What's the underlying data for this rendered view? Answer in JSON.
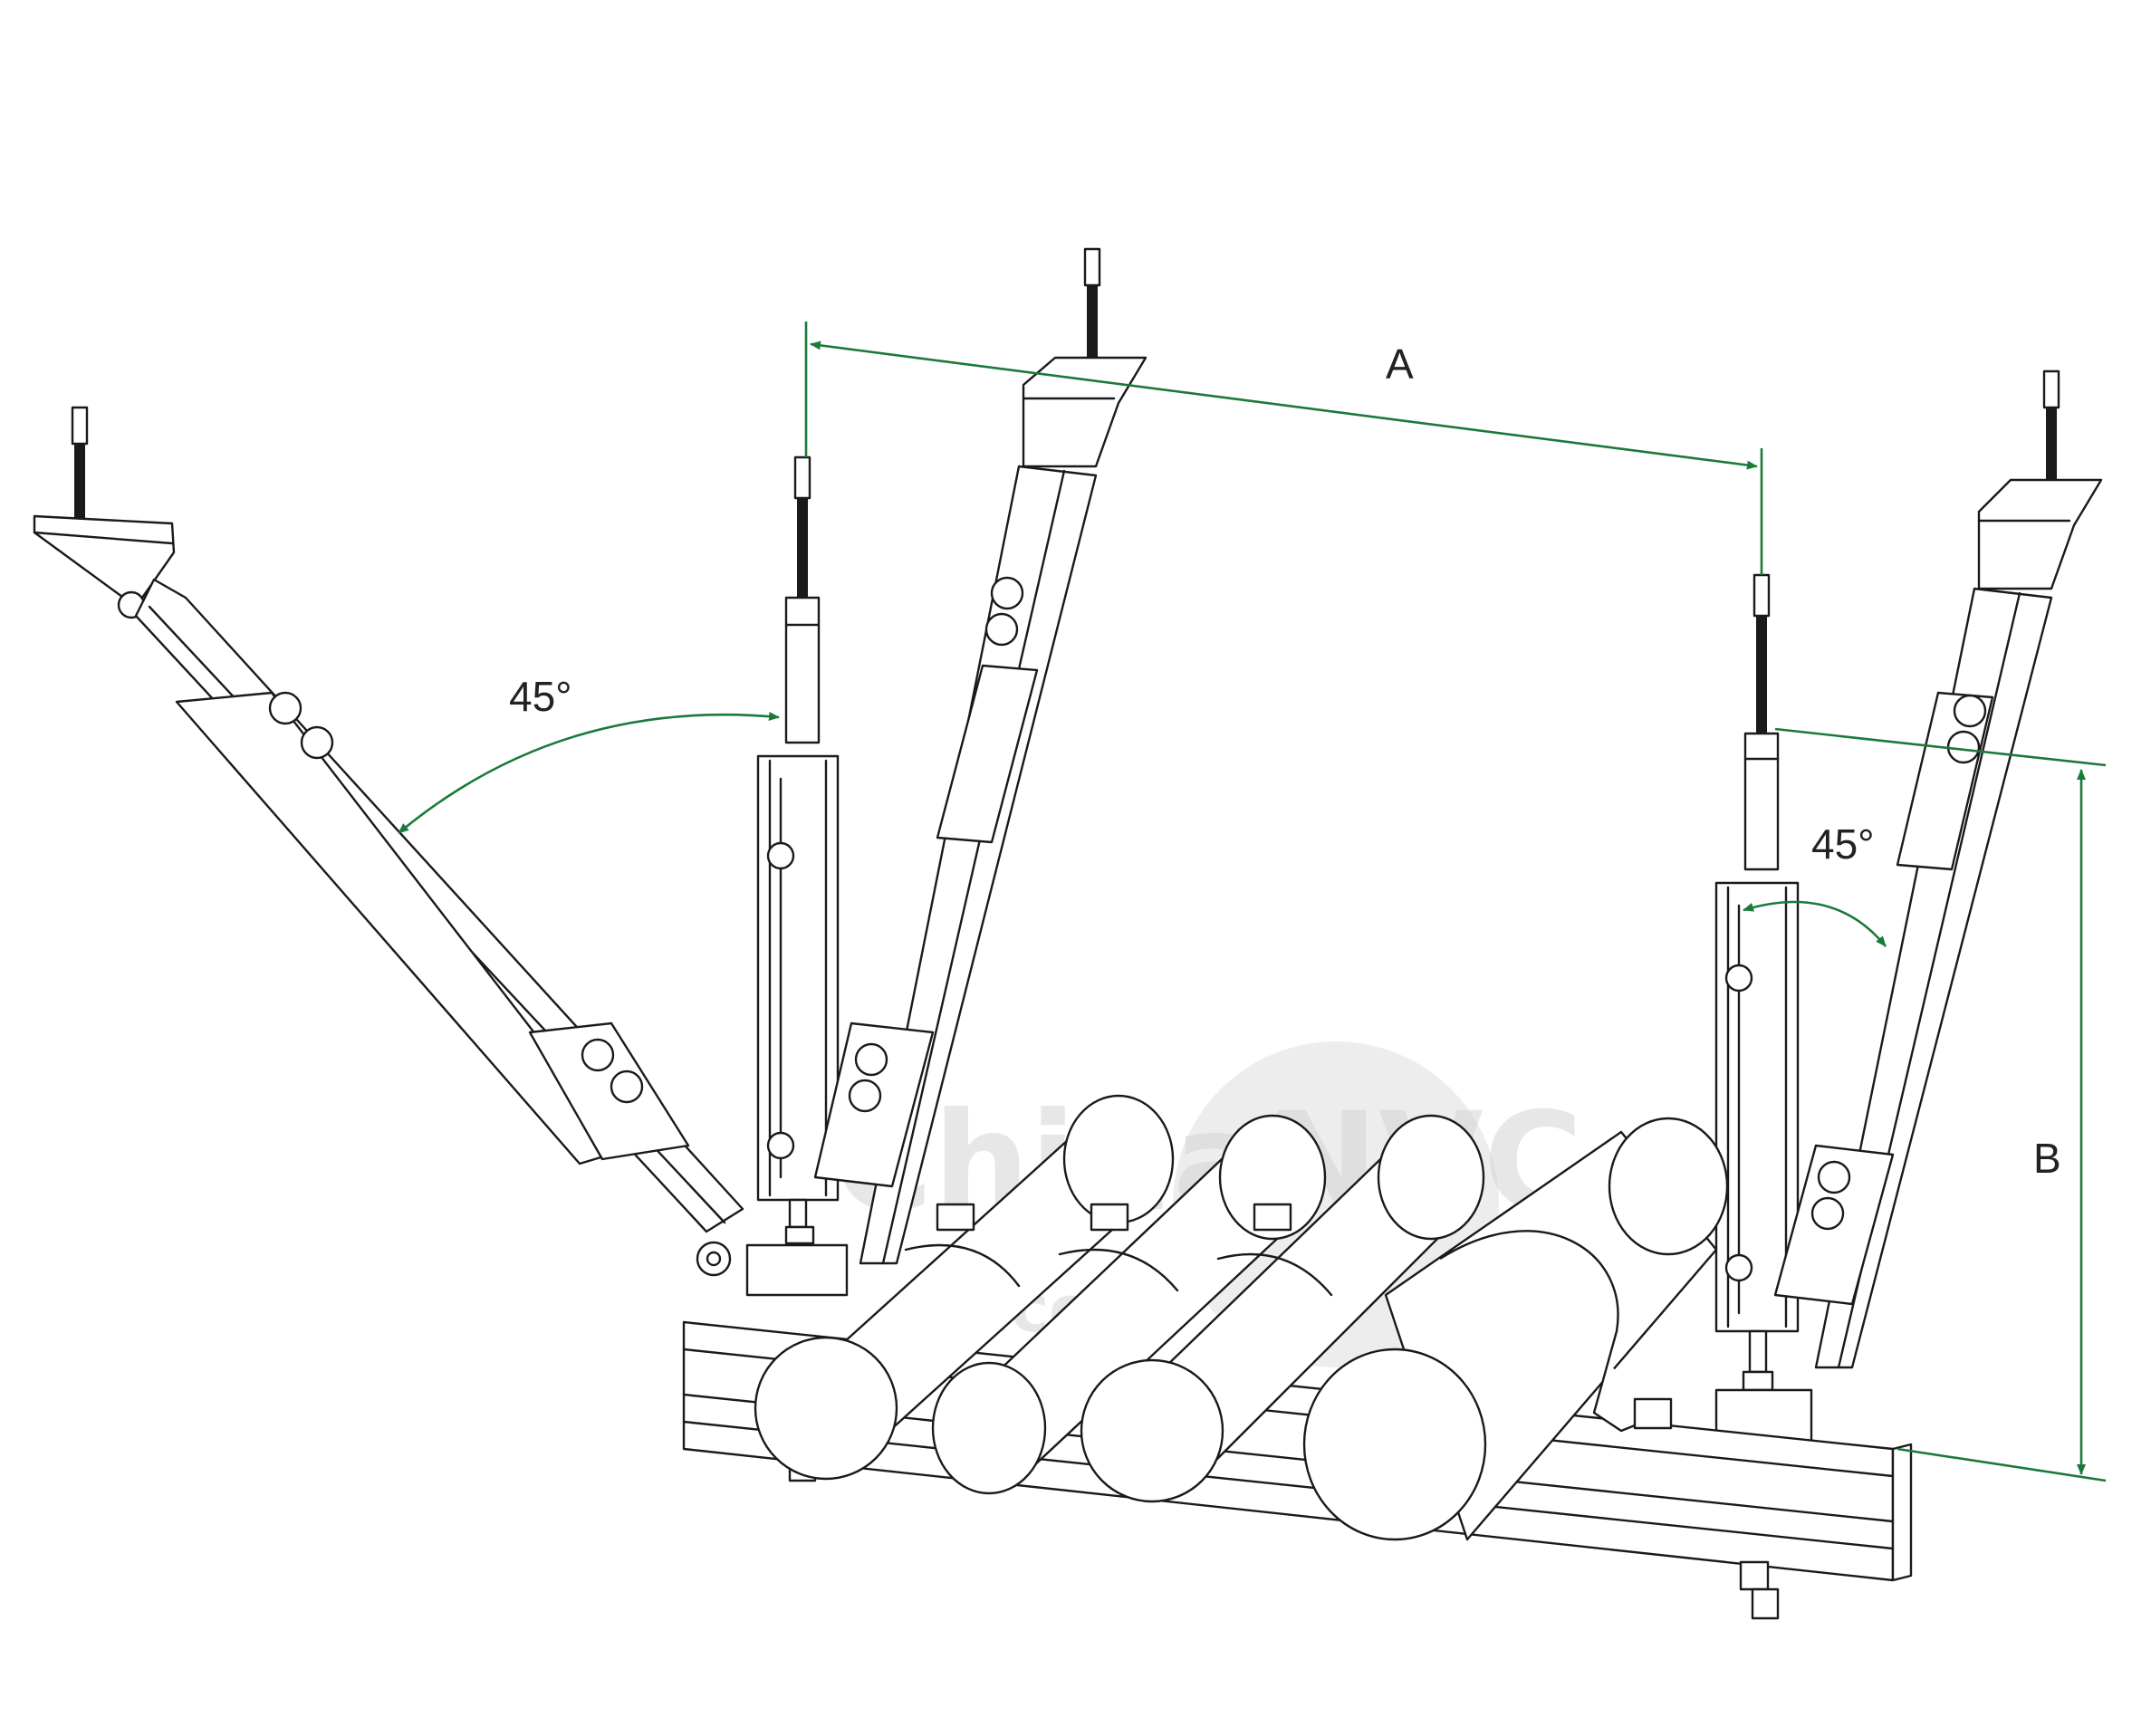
{
  "labels": {
    "dim_a": "A",
    "dim_b": "B",
    "angle_left": "45°",
    "angle_right": "45°"
  },
  "watermark": {
    "main": "ChinaNVC",
    "sub": ".com"
  },
  "colors": {
    "dimension": "#1a7a3a",
    "outline": "#1a1a1a",
    "watermark": "#d4d4d4"
  }
}
